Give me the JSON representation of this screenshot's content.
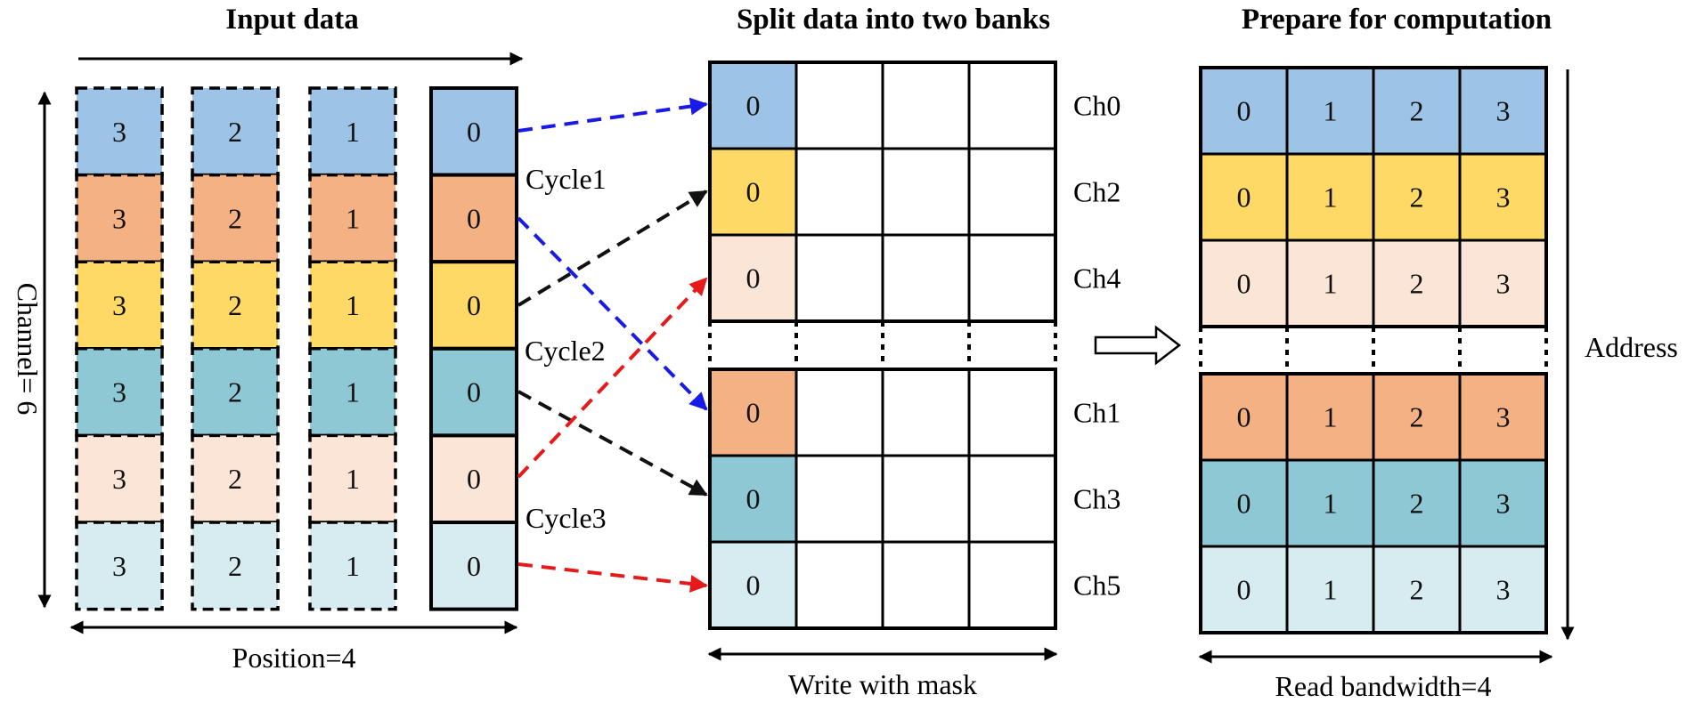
{
  "titles": {
    "input": "Input data",
    "split": "Split data into two banks",
    "prepare": "Prepare for computation"
  },
  "labels": {
    "channel": "Channel= 6",
    "position": "Position=4",
    "write_mask": "Write with mask",
    "read_bandwidth": "Read bandwidth=4",
    "address": "Address"
  },
  "cycles": [
    {
      "label": "Cycle1",
      "color": "#1a1ae6"
    },
    {
      "label": "Cycle2",
      "color": "#111111"
    },
    {
      "label": "Cycle3",
      "color": "#e61a1a"
    }
  ],
  "colors": {
    "ch0": "#9dc3e6",
    "ch1": "#f4b183",
    "ch2": "#ffd966",
    "ch3": "#8fc8d5",
    "ch4": "#fbe5d6",
    "ch5": "#d6ecf0"
  },
  "input_columns": [
    "3",
    "2",
    "1",
    "0"
  ],
  "input_rows": [
    "ch0",
    "ch1",
    "ch2",
    "ch3",
    "ch4",
    "ch5"
  ],
  "bank_values": [
    "0",
    "0",
    "0",
    "0",
    "0",
    "0"
  ],
  "bank_channels": [
    "Ch0",
    "Ch2",
    "Ch4",
    "Ch1",
    "Ch3",
    "Ch5"
  ],
  "bank_row_colors": [
    "ch0",
    "ch2",
    "ch4",
    "ch1",
    "ch3",
    "ch5"
  ],
  "prepare_values": [
    "0",
    "1",
    "2",
    "3"
  ]
}
